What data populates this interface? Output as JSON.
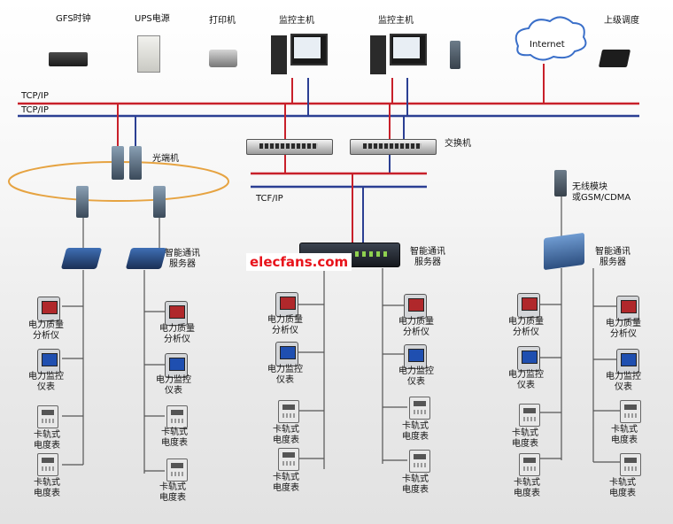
{
  "top": {
    "gps_clock": "GFS时钟",
    "ups": "UPS电源",
    "printer": "打印机",
    "monitor_host_1": "监控主机",
    "monitor_host_2": "监控主机",
    "internet": "Internet",
    "upper_dispatch": "上级调度"
  },
  "network": {
    "tcpip_1": "TCP/IP",
    "tcpip_2": "TCP/IP",
    "tcpip_3": "TCF/IP",
    "optical_transceiver": "光端机",
    "switch": "交换机",
    "wireless_module": "无线模块\n或GSM/CDMA"
  },
  "groups": {
    "left": {
      "server_label": "智能通讯\n服务器",
      "devices": [
        "电力质量\n分析仪",
        "电力监控\n仪表",
        "卡轨式\n电度表",
        "卡轨式\n电度表"
      ],
      "devices_b": [
        "电力质量\n分析仪",
        "电力监控\n仪表",
        "卡轨式\n电度表",
        "卡轨式\n电度表"
      ]
    },
    "middle": {
      "server_label": "智能通讯\n服务器",
      "devices": [
        "电力质量\n分析仪",
        "电力监控\n仪表",
        "卡轨式\n电度表",
        "卡轨式\n电度表"
      ],
      "devices_b": [
        "电力质量\n分析仪",
        "电力监控\n仪表",
        "卡轨式\n电度表",
        "卡轨式\n电度表"
      ]
    },
    "right": {
      "server_label": "智能通讯\n服务器",
      "devices": [
        "电力质量\n分析仪",
        "电力监控\n仪表",
        "卡轨式\n电度表",
        "卡轨式\n电度表"
      ],
      "devices_b": [
        "电力质量\n分析仪",
        "电力监控\n仪表",
        "卡轨式\n电度表",
        "卡轨式\n电度表"
      ]
    }
  },
  "watermark": "elecfans.com",
  "colors": {
    "red_bus": "#c8202a",
    "blue_bus": "#2b3f93",
    "ring": "#e6a341",
    "device_line": "#555555"
  }
}
